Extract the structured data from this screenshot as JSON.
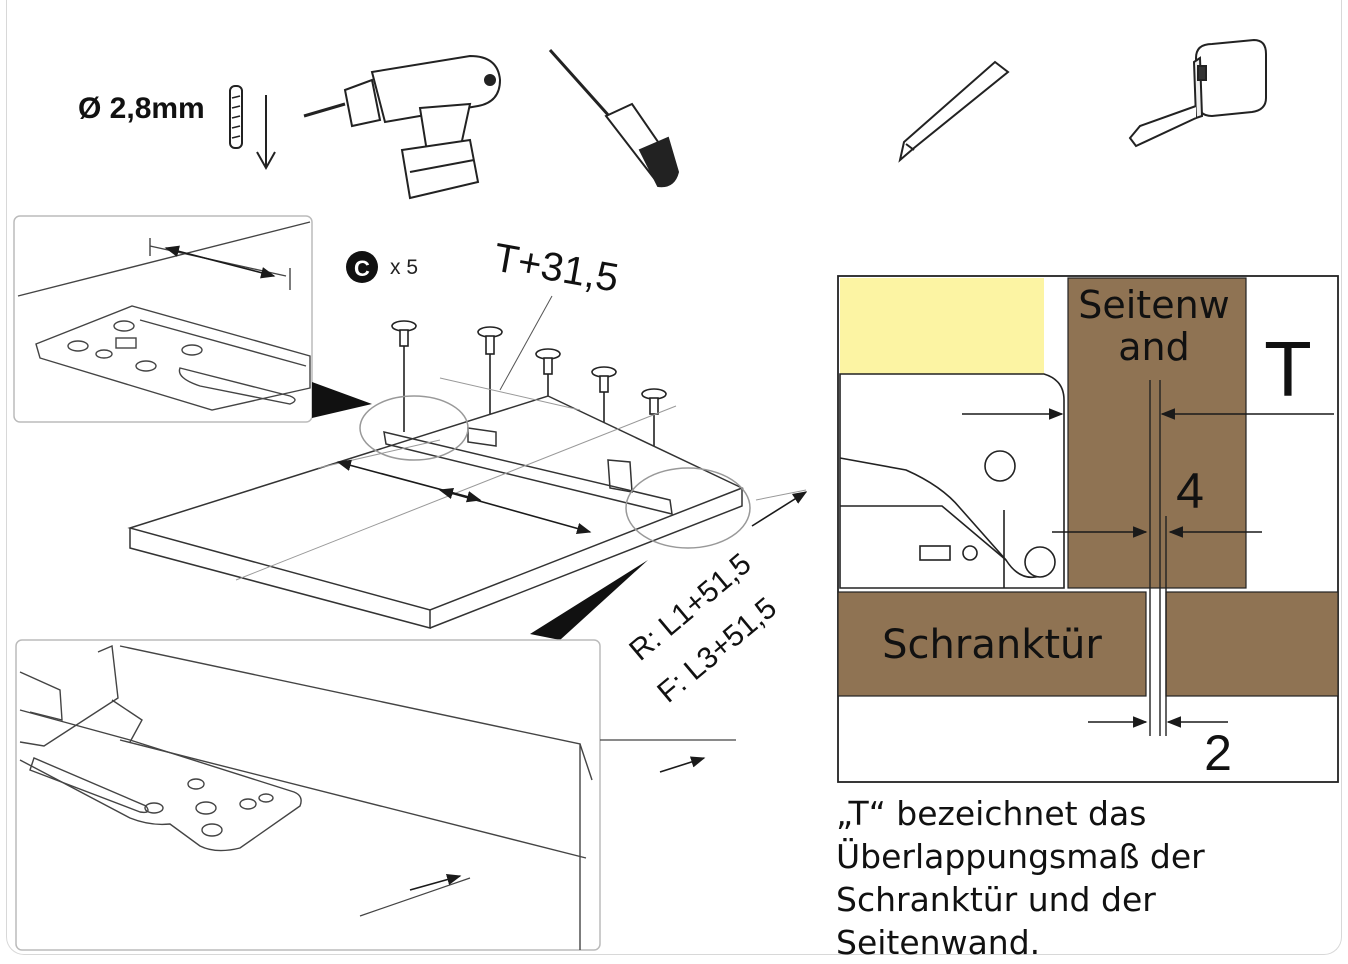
{
  "tools": {
    "drill_size": "Ø 2,8mm",
    "items": [
      "drill-icon",
      "screwdriver-icon",
      "pencil-icon",
      "tape-measure-icon"
    ]
  },
  "assembly": {
    "screw_label": "C",
    "screw_count": "x 5",
    "depth_formula": "T+31,5",
    "length_right": "R: L1+51,5",
    "length_front": "F: L3+51,5"
  },
  "detail": {
    "side_wall_line1": "Seitenw",
    "side_wall_line2": "and",
    "overlap_symbol": "T",
    "gap_4": "4",
    "door_label": "Schranktür",
    "gap_2": "2"
  },
  "caption": {
    "lines": [
      "„T“ bezeichnet das",
      "Überlappungsmaß der",
      "Schranktür und der",
      "Seitenwand."
    ]
  },
  "colors": {
    "wood": "#8f7353",
    "highlight": "#fcf4a3",
    "line": "#1a1a1a"
  }
}
